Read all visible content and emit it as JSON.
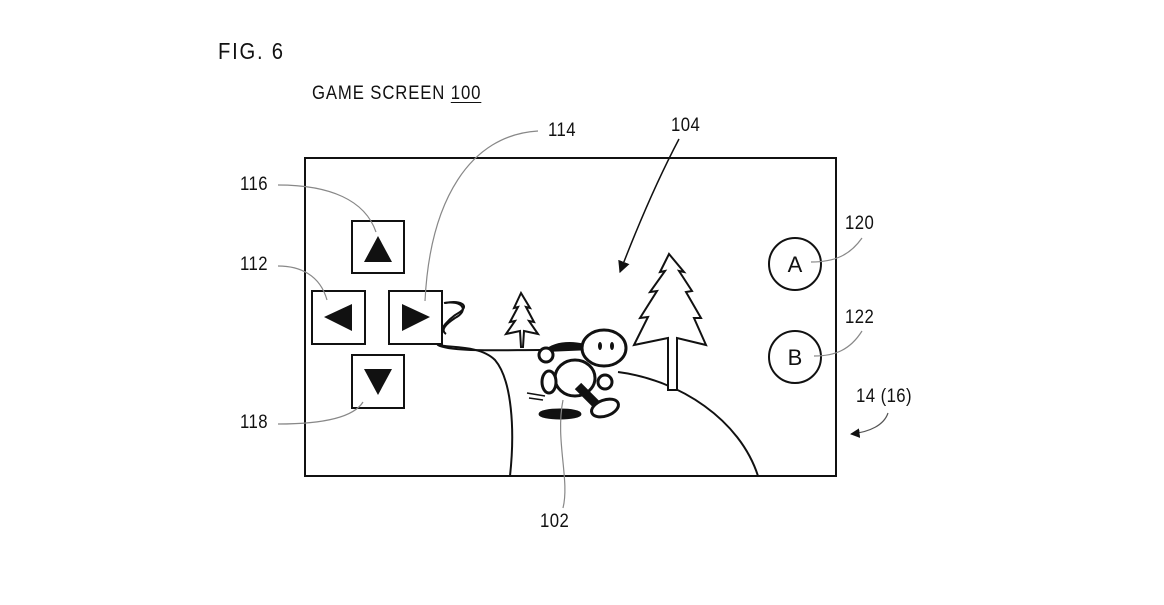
{
  "figure": {
    "label": "FIG. 6",
    "screen_title": "GAME SCREEN",
    "screen_ref": "100"
  },
  "screen": {
    "ref": "100",
    "description": "game screen with virtual controls and running character"
  },
  "controls": {
    "direction_keys": [
      {
        "direction": "up",
        "icon": "triangle-up-icon",
        "ref": "116"
      },
      {
        "direction": "left",
        "icon": "triangle-left-icon",
        "ref": "112"
      },
      {
        "direction": "right",
        "icon": "triangle-right-icon",
        "ref": "114"
      },
      {
        "direction": "down",
        "icon": "triangle-down-icon",
        "ref": "118"
      }
    ],
    "action_buttons": [
      {
        "label": "A",
        "ref": "120"
      },
      {
        "label": "B",
        "ref": "122"
      }
    ]
  },
  "references": {
    "r116": "116",
    "r112": "112",
    "r118": "118",
    "r114": "114",
    "r104": "104",
    "r120": "120",
    "r122": "122",
    "r102": "102",
    "r14": "14 (16)"
  },
  "scene": {
    "character_ref": "102",
    "background_ref": "104",
    "device_ref": "14 (16)"
  }
}
